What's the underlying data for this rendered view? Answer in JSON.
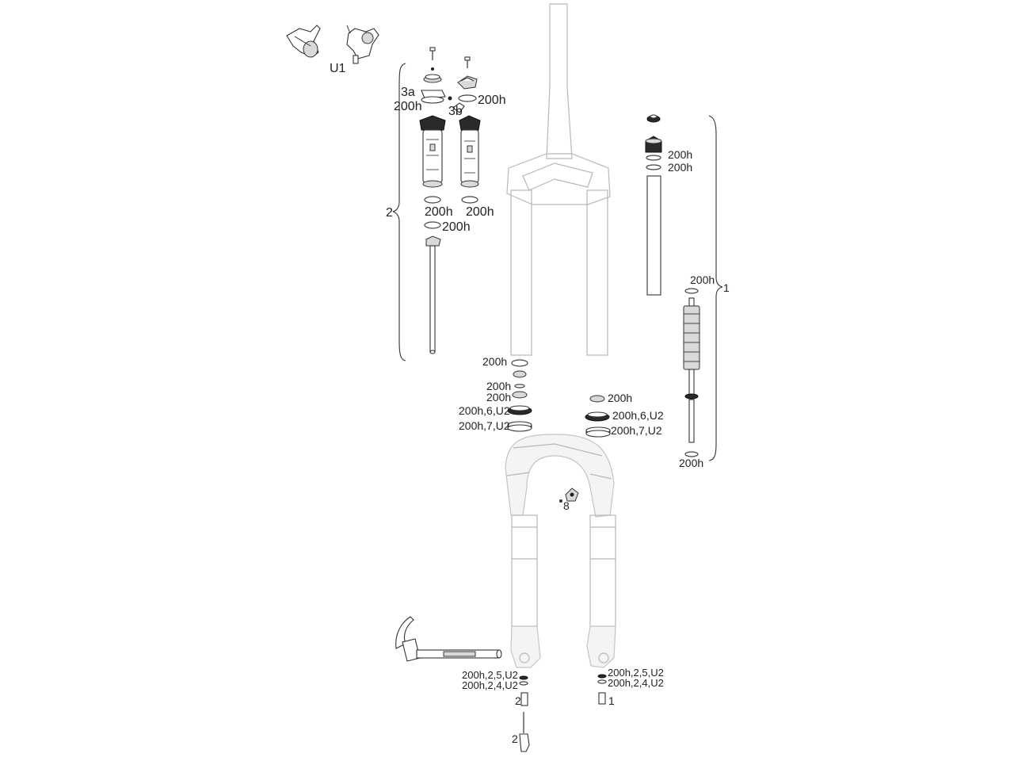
{
  "labels": {
    "u1": "U1",
    "l3a": "3a",
    "l200h_a": "200h",
    "l200h_b": "200h",
    "l3b": "3b",
    "l2_brace": "2",
    "l200h_c": "200h",
    "l200h_d": "200h",
    "l200h_e": "200h",
    "l200h_f": "200h",
    "l200h_g": "200h",
    "l200h_h": "200h",
    "l1_brace": "1",
    "l200h_i": "200h",
    "l200h_j": "200h",
    "l200h_k": "200h",
    "l200h_l": "200h",
    "l200h_6_u2_left": "200h,6,U2",
    "l200h_7_u2_left": "200h,7,U2",
    "l200h_m": "200h",
    "l200h_6_u2_right": "200h,6,U2",
    "l200h_7_u2_right": "200h,7,U2",
    "l8": "8",
    "l200h_2_5_u2_left": "200h,2,5,U2",
    "l200h_2_4_u2_left": "200h,2,4,U2",
    "l2_axle": "2",
    "l2_lever": "2",
    "l200h_2_5_u2_right": "200h,2,5,U2",
    "l200h_2_4_u2_right": "200h,2,4,U2",
    "l1_nut": "1"
  }
}
